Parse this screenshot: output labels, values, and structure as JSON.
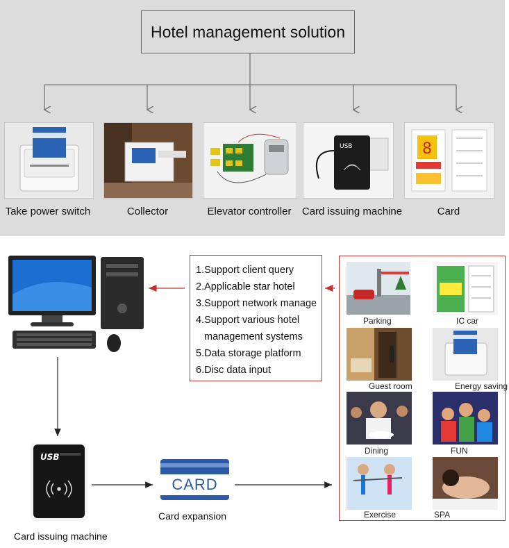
{
  "title": "Hotel management solution",
  "components": [
    {
      "label": "Take power switch"
    },
    {
      "label": "Collector"
    },
    {
      "label": "Elevator controller"
    },
    {
      "label": "Card issuing machine"
    },
    {
      "label": "Card"
    }
  ],
  "features": [
    "1.Support client query",
    "2.Applicable star hotel",
    "3.Support network manage",
    "4.Support various hotel",
    "management systems",
    "5.Data storage platform",
    "6.Disc data input"
  ],
  "applications": [
    {
      "label": "Parking"
    },
    {
      "label": "IC car"
    },
    {
      "label": "Guest room"
    },
    {
      "label": "Energy saving"
    },
    {
      "label": "Dining"
    },
    {
      "label": "FUN"
    },
    {
      "label": "Exercise"
    },
    {
      "label": "SPA"
    }
  ],
  "bottom": {
    "card_label": "CARD",
    "card_expansion": "Card expansion",
    "card_issuing_machine": "Card issuing machine",
    "usb_label": "USB"
  },
  "colors": {
    "panel": "#dcdcdc",
    "frame_red": "#c43030",
    "arrow_gray": "#777777",
    "card_blue": "#2a5aa8",
    "monitor_blue": "#1a6fd1"
  }
}
